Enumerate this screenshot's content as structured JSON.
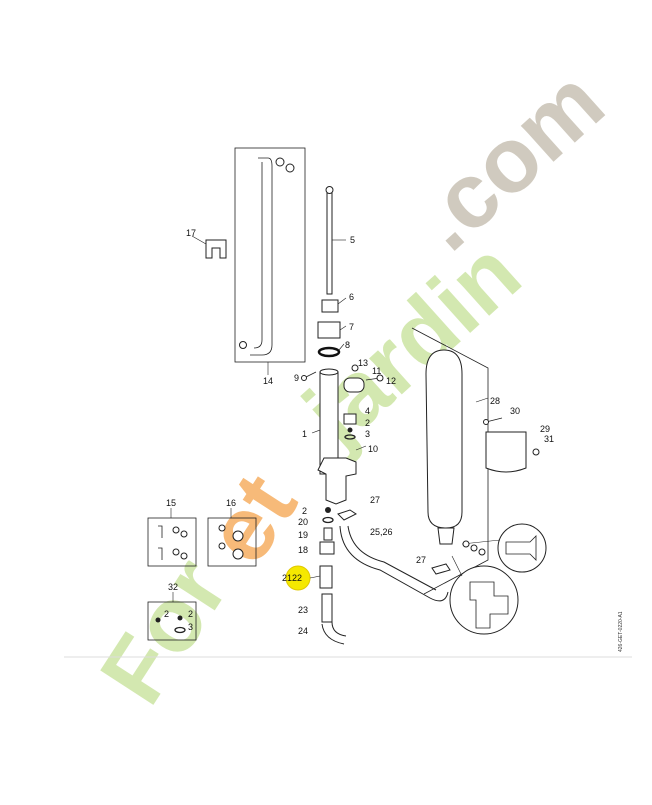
{
  "callouts": {
    "c1": "1",
    "c2a": "2",
    "c2b": "2",
    "c2c": "2",
    "c2d": "2",
    "c3a": "3",
    "c3b": "3",
    "c4": "4",
    "c5": "5",
    "c6": "6",
    "c7": "7",
    "c8": "8",
    "c9": "9",
    "c10": "10",
    "c11": "11",
    "c12": "12",
    "c13": "13",
    "c14": "14",
    "c15": "15",
    "c16": "16",
    "c17": "17",
    "c18": "18",
    "c19": "19",
    "c20": "20",
    "c21": "21",
    "c22": "22",
    "c23": "23",
    "c24": "24",
    "c25_26": "25,26",
    "c27a": "27",
    "c27b": "27",
    "c28": "28",
    "c29": "29",
    "c30": "30",
    "c31": "31",
    "c32": "32"
  },
  "drawing_code": "426-GET-0220-A1",
  "watermark": {
    "green_text": "For",
    "orange_text": "et",
    "green_text2": "jardin",
    "gray_text": ".com"
  },
  "highlight_color": "#f5e800"
}
